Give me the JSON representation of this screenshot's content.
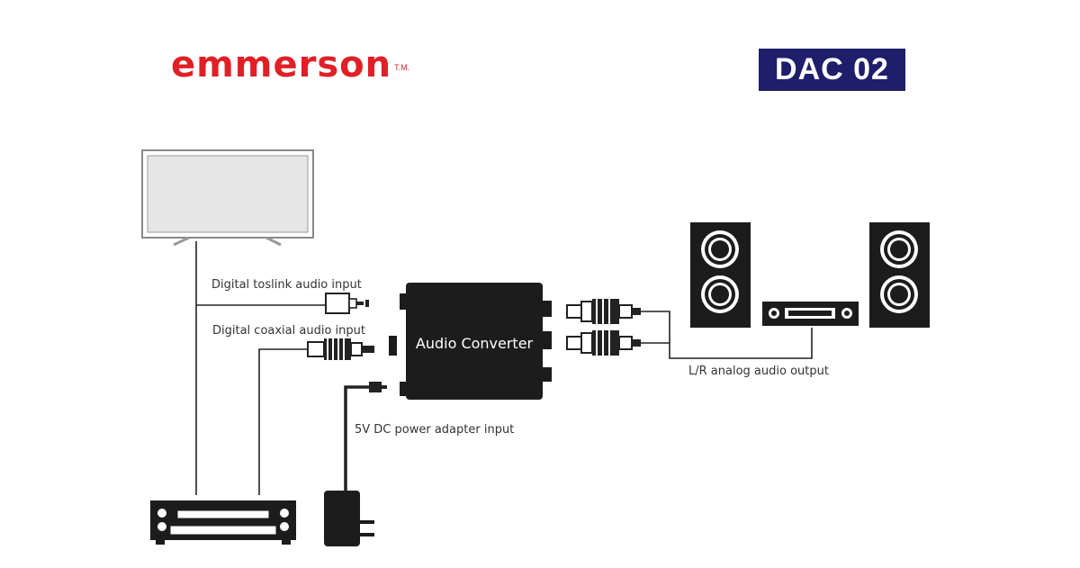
{
  "brand": {
    "name": "emmerson",
    "tm": "T.M.",
    "color": "#e02026"
  },
  "model": {
    "label": "DAC 02",
    "bg_color": "#1f1e6b"
  },
  "diagram": {
    "converter_label": "Audio Converter",
    "labels": {
      "toslink": "Digital toslink audio input",
      "coaxial": "Digital coaxial audio input",
      "power": "5V DC power adapter input",
      "output": "L/R analog audio output"
    },
    "devices": [
      "tv-icon",
      "dvd-player-icon",
      "power-adapter-icon",
      "speaker-icon",
      "amplifier-icon",
      "rca-plug-icon",
      "toslink-plug-icon"
    ]
  }
}
